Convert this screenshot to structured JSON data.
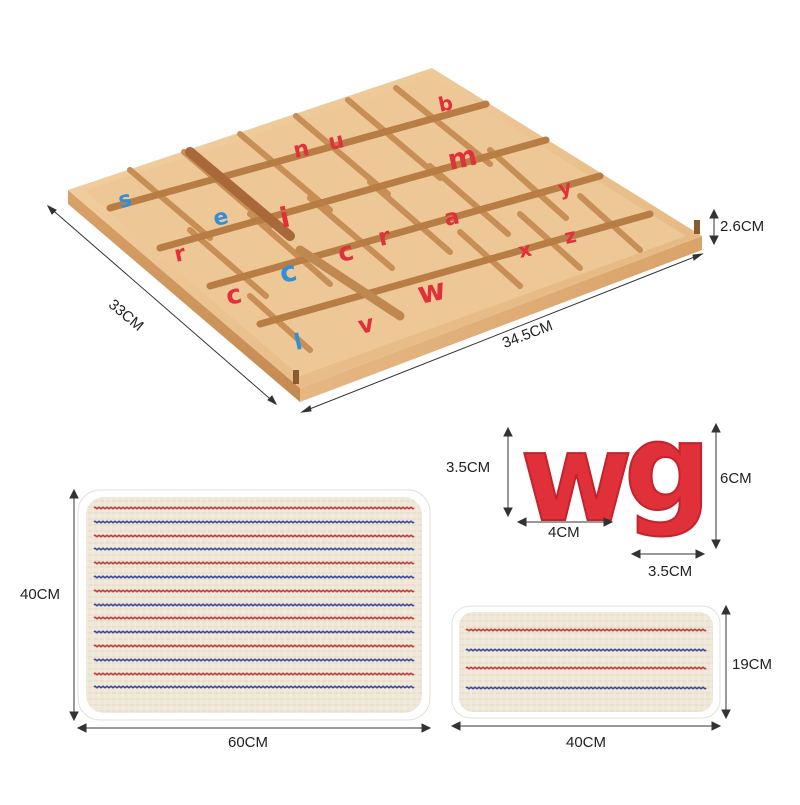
{
  "product": {
    "tray_dimensions": {
      "depth_label": "33CM",
      "width_label": "34.5CM",
      "height_label": "2.6CM"
    },
    "letters": [
      {
        "glyph": "w",
        "color": "#e0303a",
        "height_label": "3.5CM",
        "width_label": "4CM"
      },
      {
        "glyph": "g",
        "color": "#e0303a",
        "height_label": "6CM",
        "width_label": "3.5CM"
      }
    ],
    "mats": [
      {
        "name": "large-mat",
        "height_label": "40CM",
        "width_label": "60CM"
      },
      {
        "name": "small-mat",
        "height_label": "19CM",
        "width_label": "40CM"
      }
    ],
    "colors": {
      "wood": "#e8bf8a",
      "wood_dark": "#c98f56",
      "letter_red": "#e0303a",
      "letter_blue": "#2f8fd8",
      "mat_fabric": "#efe7d8",
      "stripe_red": "#c23a3a",
      "stripe_blue": "#3a4a9a"
    }
  }
}
